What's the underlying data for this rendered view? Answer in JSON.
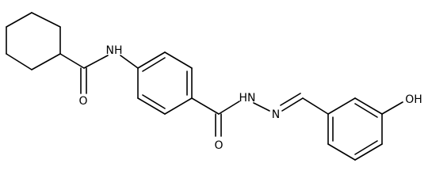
{
  "molecule": {
    "atoms": {
      "nh_amide": "NH",
      "o_amide": "O",
      "nh_hydrazide": "HN",
      "n_imine": "N",
      "o_hydrazide": "O",
      "oh": "OH"
    },
    "colors": {
      "bond": "#000000",
      "text": "#000000",
      "background": "#ffffff"
    }
  }
}
